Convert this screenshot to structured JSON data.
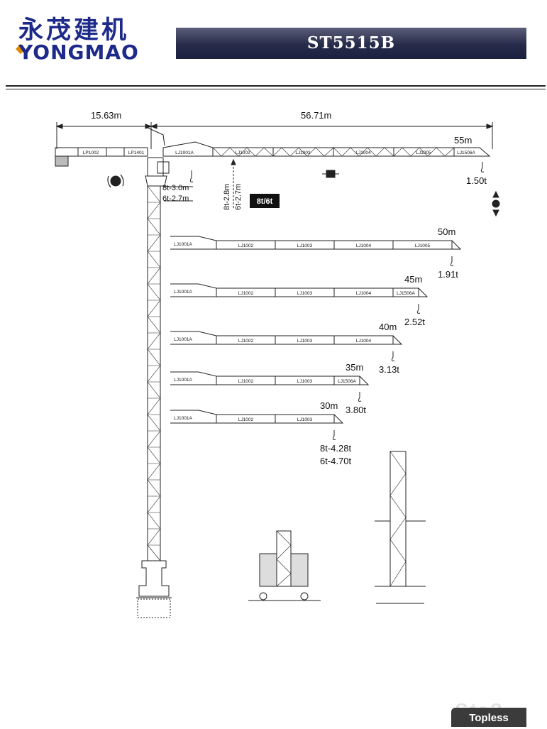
{
  "header": {
    "logo_chinese": "永茂建机",
    "logo_english": "YONGMAO",
    "model": "ST5515B"
  },
  "dimensions": {
    "counter_jib": "15.63m",
    "main_jib": "56.71m",
    "hook_height_8t": "8t-3.0m",
    "hook_height_6t": "6t-2.7m",
    "trolley_8t": "8t-2.8m",
    "trolley_6t": "6t-2.7m",
    "mode_badge": "8t/6t"
  },
  "counter_jib_sections": [
    "LP1002",
    "LP1401"
  ],
  "jib_configs": [
    {
      "length": "55m",
      "load": "1.50t",
      "sections": [
        "LJ1001A",
        "LJ1002",
        "LJ1003",
        "LJ1004",
        "LJ1005",
        "LJ1506A"
      ]
    },
    {
      "length": "50m",
      "load": "1.91t",
      "sections": [
        "LJ1001A",
        "LJ1002",
        "LJ1003",
        "LJ1004",
        "LJ1005"
      ]
    },
    {
      "length": "45m",
      "load": "2.52t",
      "sections": [
        "LJ1001A",
        "LJ1002",
        "LJ1003",
        "LJ1004",
        "LJ1506A"
      ]
    },
    {
      "length": "40m",
      "load": "3.13t",
      "sections": [
        "LJ1001A",
        "LJ1002",
        "LJ1003",
        "LJ1004"
      ]
    },
    {
      "length": "35m",
      "load": "3.80t",
      "sections": [
        "LJ1001A",
        "LJ1002",
        "LJ1003",
        "LJ1506A"
      ]
    },
    {
      "length": "30m",
      "load_8t": "8t-4.28t",
      "load_6t": "6t-4.70t",
      "sections": [
        "LJ1001A",
        "LJ1002",
        "LJ1003"
      ]
    }
  ],
  "footer": {
    "badge": "Topless",
    "watermark": "Ste?"
  }
}
